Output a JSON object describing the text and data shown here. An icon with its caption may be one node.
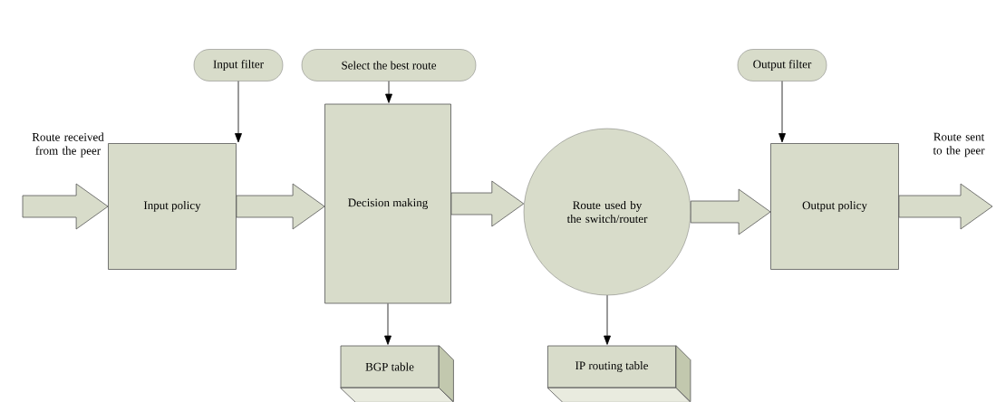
{
  "diagram": {
    "nodes": [
      {
        "text": [
          "Input filter"
        ]
      },
      {
        "text": [
          "Select the best route"
        ]
      },
      {
        "text": [
          "Output filter"
        ]
      },
      {
        "text": [
          "Input policy"
        ]
      },
      {
        "text": [
          "Decision making"
        ]
      },
      {
        "text": [
          "Route used by the switch/router"
        ]
      },
      {
        "text": [
          "Output policy"
        ]
      },
      {
        "text": [
          "BGP table"
        ]
      },
      {
        "text": [
          "IP routing table"
        ]
      }
    ],
    "edges": [
      {
        "from": null,
        "to": 3,
        "arrow": "to",
        "style": "thick",
        "label": "Route received from the peer"
      },
      {
        "from": 3,
        "to": 4,
        "arrow": "to",
        "style": "thick"
      },
      {
        "from": 4,
        "to": 5,
        "arrow": "to",
        "style": "thick"
      },
      {
        "from": 5,
        "to": 6,
        "arrow": "to",
        "style": "thick"
      },
      {
        "from": 6,
        "to": null,
        "arrow": "to",
        "style": "thick",
        "label": "Route sent to the peer"
      },
      {
        "from": 0,
        "to": 3,
        "arrow": "to"
      },
      {
        "from": 1,
        "to": 4,
        "arrow": "to"
      },
      {
        "from": 2,
        "to": 6,
        "arrow": "to"
      },
      {
        "from": 4,
        "to": 7,
        "arrow": "to"
      },
      {
        "from": 5,
        "to": 8,
        "arrow": "to"
      }
    ]
  }
}
